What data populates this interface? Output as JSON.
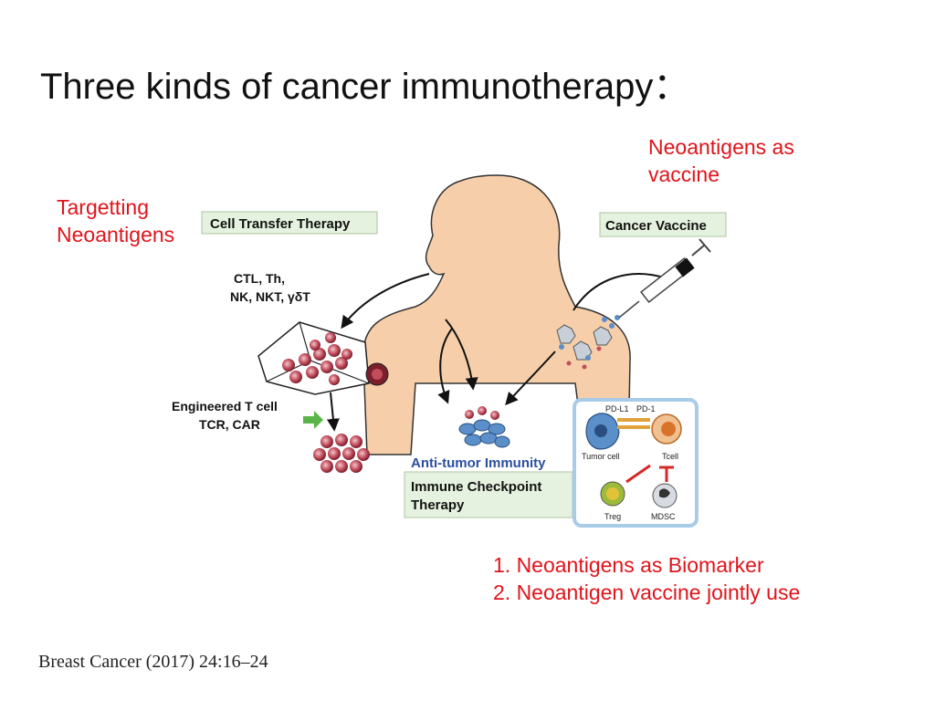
{
  "title": "Three kinds of cancer immunotherapy：",
  "annotations": {
    "targeting_lines": [
      "Targetting",
      "Neoantigens"
    ],
    "vaccine_lines": [
      "Neoantigens as",
      "vaccine"
    ],
    "bottom_lines": [
      "1. Neoantigens as Biomarker",
      "2. Neoantigen vaccine jointly use"
    ]
  },
  "diagram": {
    "cell_transfer_label": "Cell Transfer Therapy",
    "cancer_vaccine_label": "Cancer Vaccine",
    "cell_types_line1": "CTL, Th,",
    "cell_types_line2": "NK, NKT, γδT",
    "engineered_line1": "Engineered T cell",
    "engineered_line2": "TCR, CAR",
    "anti_tumor_label": "Anti-tumor Immunity",
    "checkpoint_line1": "Immune Checkpoint",
    "checkpoint_line2": "Therapy",
    "pdl1_label": "PD-L1",
    "pd1_label": "PD-1",
    "tumor_cell_label": "Tumor cell",
    "tcell_label": "Tcell",
    "treg_label": "Treg",
    "mdsc_label": "MDSC"
  },
  "citation": "Breast Cancer (2017) 24:16–24",
  "colors": {
    "annotation": "#e0141b",
    "skin": "#f6cfaa",
    "label_box": "#e6f2e0",
    "anti_tumor": "#2c4fa0",
    "cell": "#b83a4a"
  }
}
